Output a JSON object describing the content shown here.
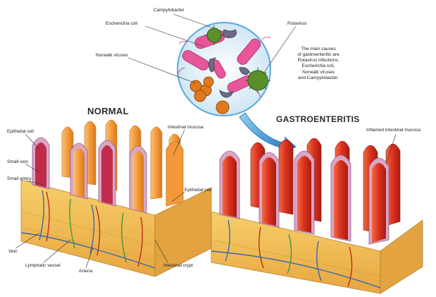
{
  "titles": {
    "normal": "NORMAL",
    "gastro": "GASTROENTERITIS"
  },
  "pathogens": {
    "campylobacter": "Campylobacter",
    "ecoli": "Escherichia coli",
    "rotavirus": "Rotavirus",
    "norwalk": "Norwalk viruses"
  },
  "causes_note": [
    "The main causes",
    "of gastroenteritis are",
    "Rotavirus infections,",
    "Escherichia coli,",
    "Norwalk viruses",
    "and Campylobacter."
  ],
  "normal_labels": {
    "epithelial_cell_top": "Epithelial cell",
    "intestinal_mucosa": "Intestinal mucosa",
    "small_vein": "Small vein",
    "small_artery": "Small artery",
    "epithelial_cell_right": "Epithelial cell",
    "vein": "Vein",
    "lymphatic_vessel": "Lymphatic vessel",
    "arteria": "Arteria",
    "intestinal_crypt": "Intestinal crypt"
  },
  "gastro_labels": {
    "inflamed_mucosa": "Inflamed intestinal mucosa"
  },
  "colors": {
    "normal_villus": "#f29a3a",
    "normal_villus_light": "#f7c27a",
    "inflamed_villus": "#d9301c",
    "inflamed_villus_light": "#f06a44",
    "epithelium": "#d9a7c6",
    "submucosa": "#f2c35a",
    "vein": "#3a68b0",
    "artery": "#c0281e",
    "lymph": "#3c9a3c",
    "arrow": "#2a86c8",
    "bacteria": "#e8559a",
    "virus_green": "#5a8f2a",
    "virus_orange": "#e07a1e",
    "norwalk_purple": "#6c6a86"
  }
}
